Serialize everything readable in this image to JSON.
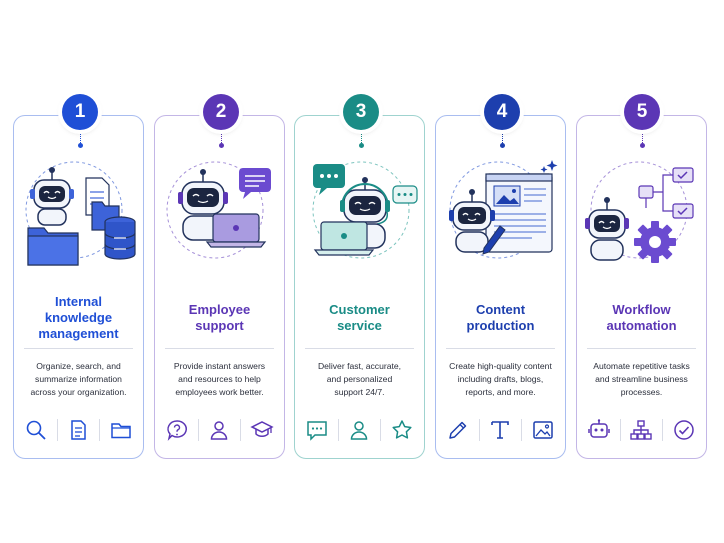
{
  "cards": [
    {
      "number": "1",
      "title_lines": [
        "Internal",
        "knowledge",
        "management"
      ],
      "description_lines": [
        "Organize, search, and",
        "summarize information",
        "across your organization."
      ],
      "color": "#1f4fd6",
      "icons": [
        "search-icon",
        "document-icon",
        "folder-icon"
      ]
    },
    {
      "number": "2",
      "title_lines": [
        "Employee",
        "support"
      ],
      "description_lines": [
        "Provide instant answers",
        "and resources to help",
        "employees work better."
      ],
      "color": "#5b36b5",
      "icons": [
        "help-bubble-icon",
        "person-icon",
        "graduation-cap-icon"
      ]
    },
    {
      "number": "3",
      "title_lines": [
        "Customer",
        "service"
      ],
      "description_lines": [
        "Deliver fast, accurate,",
        "and personalized",
        "support 24/7."
      ],
      "color": "#1a8c86",
      "icons": [
        "chat-bubble-icon",
        "person-icon",
        "star-icon"
      ]
    },
    {
      "number": "4",
      "title_lines": [
        "Content",
        "production"
      ],
      "description_lines": [
        "Create high-quality content",
        "including drafts, blogs,",
        "reports, and more."
      ],
      "color": "#1d3fae",
      "icons": [
        "pencil-icon",
        "text-icon",
        "image-icon"
      ]
    },
    {
      "number": "5",
      "title_lines": [
        "Workflow",
        "automation"
      ],
      "description_lines": [
        "Automate repetitive tasks",
        "and streamline business",
        "processes."
      ],
      "color": "#5b36b5",
      "icons": [
        "robot-icon",
        "org-chart-icon",
        "check-circle-icon"
      ]
    }
  ]
}
